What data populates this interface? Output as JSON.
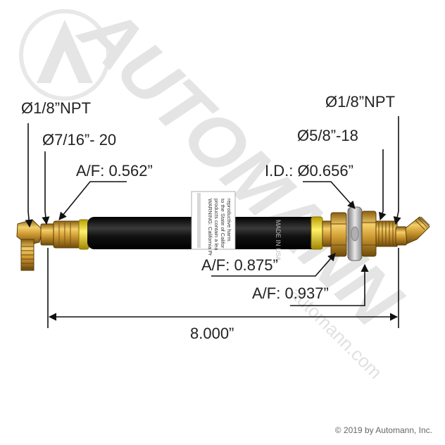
{
  "watermark": {
    "brand": "AUTOMANN",
    "url": "automann.com",
    "color": "#c8c8c8"
  },
  "product_label": {
    "line1": "WARNING: California Pr",
    "line2": "products contain a lea",
    "line3": "to the State of Califor",
    "line4": "reproductive harm.",
    "made_in": "MADE IN USA"
  },
  "dimensions": {
    "left_thread": "Ø1/8”NPT",
    "left_fitting": "Ø7/16”- 20",
    "left_af": "A/F: 0.562”",
    "right_thread": "Ø1/8”NPT",
    "right_fitting": "Ø5/8”-18",
    "inner_diameter": "I.D.: Ø0.656”",
    "nut_af": "A/F: 0.875”",
    "washer_af": "A/F: 0.937”",
    "overall_length": "8.000”"
  },
  "colors": {
    "brass": "#c9962e",
    "brass_light": "#f0c860",
    "hose": "#151515",
    "collar": "#e8c800",
    "dim_line": "#111111"
  },
  "copyright": "© 2019 by Automann, Inc."
}
